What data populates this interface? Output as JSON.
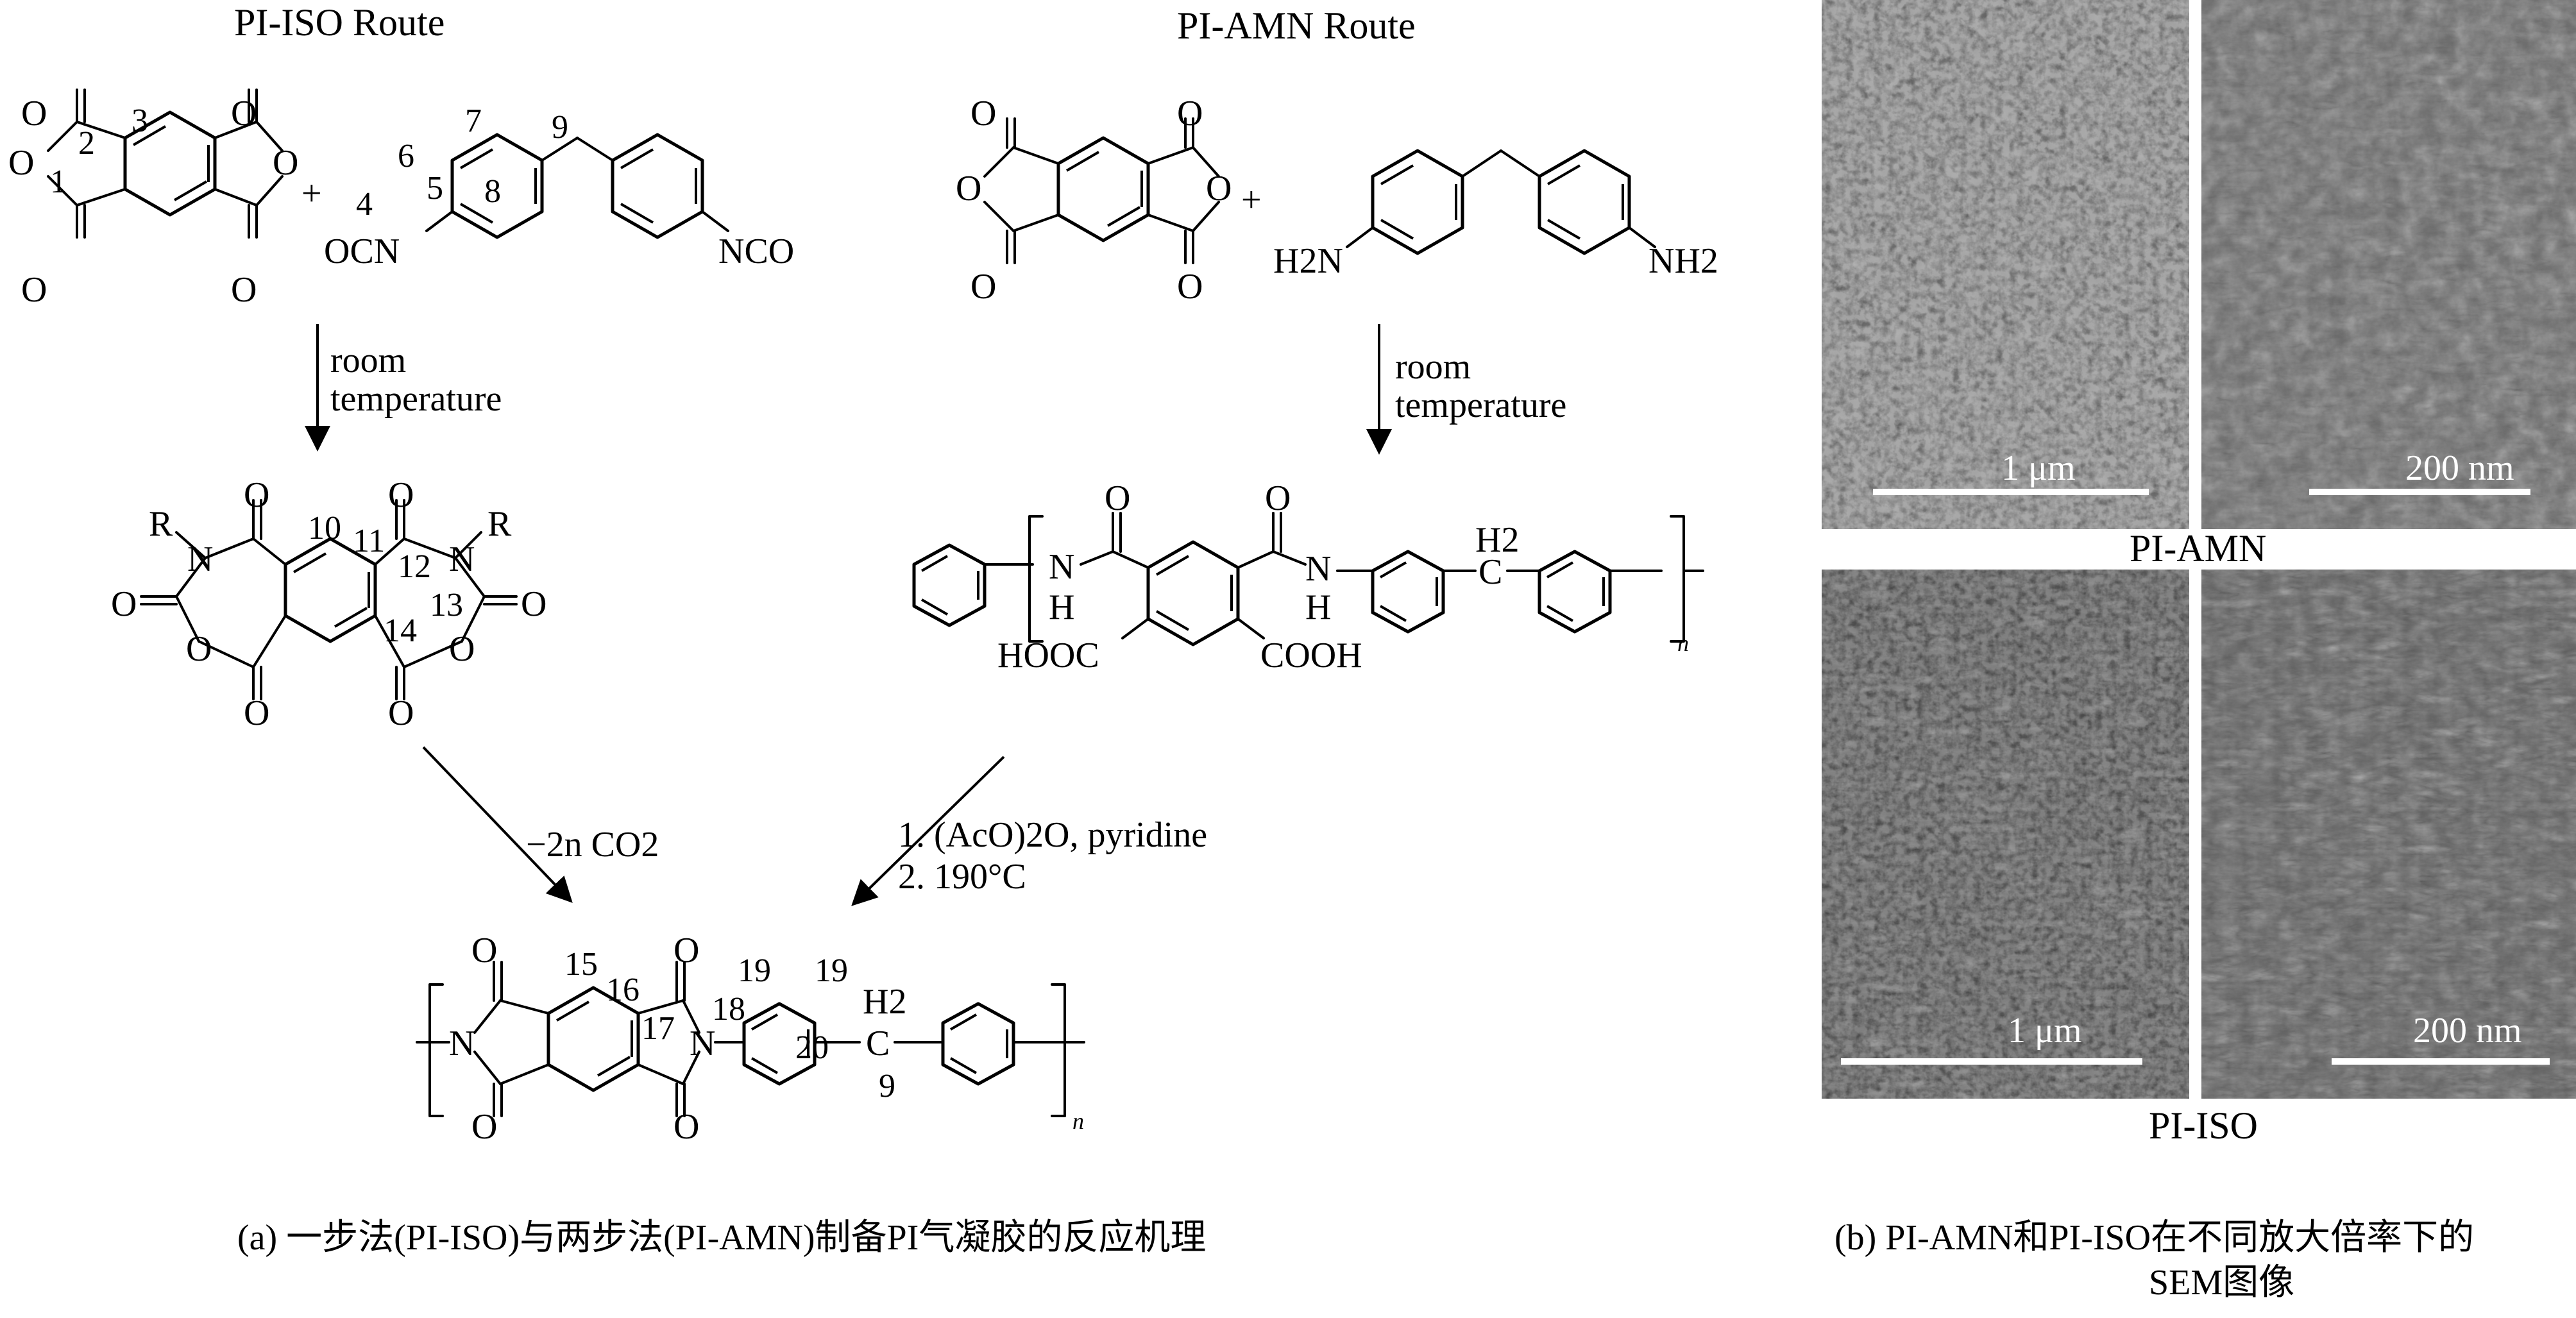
{
  "panel_a": {
    "route_left": "PI-ISO Route",
    "route_right": "PI-AMN Route",
    "condition_left": [
      "room",
      "temperature"
    ],
    "condition_right": [
      "room",
      "temperature"
    ],
    "step_left": "−2n CO2",
    "step_right": [
      "1. (AcO)2O, pyridine",
      "2. 190°C"
    ],
    "atom_labels": {
      "O": "O",
      "N": "N",
      "H": "H",
      "R": "R",
      "OCN": "OCN",
      "NCO": "NCO",
      "H2N": "H2N",
      "NH2": "NH2",
      "HOOC": "HOOC",
      "COOH": "COOH",
      "H2": "H2",
      "n": "n",
      "plus": "+"
    },
    "numbers": [
      "1",
      "2",
      "3",
      "4",
      "5",
      "6",
      "7",
      "8",
      "9",
      "10",
      "11",
      "12",
      "13",
      "14",
      "15",
      "16",
      "17",
      "18",
      "19",
      "19",
      "20",
      "9"
    ],
    "caption": "(a) 一步法(PI-ISO)与两步法(PI-AMN)制备PI气凝胶的反应机理"
  },
  "panel_b": {
    "label_top": "PI-AMN",
    "label_bottom": "PI-ISO",
    "scalebars": [
      "1 μm",
      "200 nm",
      "1 μm",
      "200 nm"
    ],
    "caption_line1": "(b) PI-AMN和PI-ISO在不同放大倍率下的",
    "caption_line2": "SEM图像"
  },
  "colors": {
    "sem_base": "#5a5a5a",
    "sem_light": "#cfcfcf",
    "sem_dark": "#2a2a2a"
  }
}
